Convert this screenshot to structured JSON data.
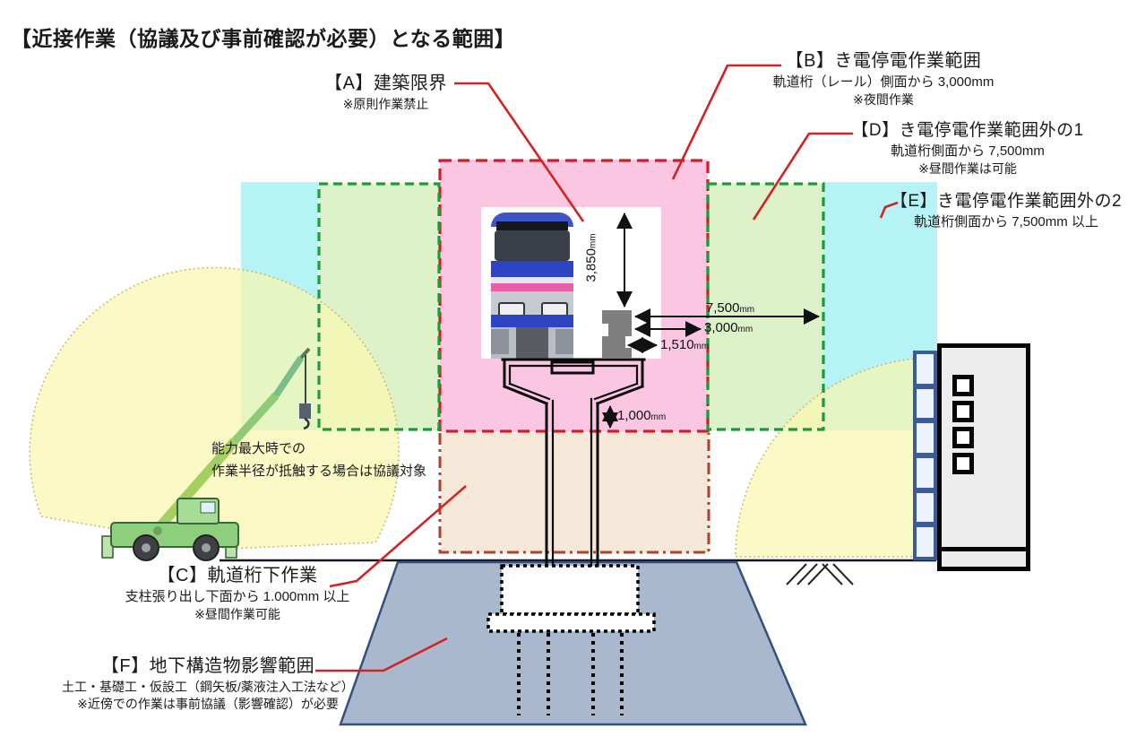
{
  "title": "【近接作業（協議及び事前確認が必要）となる範囲】",
  "labels": {
    "a": {
      "header": "【A】建築限界",
      "note": "※原則作業禁止"
    },
    "b": {
      "header": "【B】き電停電作業範囲",
      "detail": "軌道桁（レール）側面から 3,000mm",
      "note": "※夜間作業"
    },
    "c": {
      "header": "【C】軌道桁下作業",
      "detail": "支柱張り出し下面から 1.000mm 以上",
      "note": "※昼間作業可能"
    },
    "d": {
      "header": "【D】き電停電作業範囲外の1",
      "detail": "軌道桁側面から 7,500mm",
      "note": "※昼間作業は可能"
    },
    "e": {
      "header": "【E】き電停電作業範囲外の2",
      "detail": "軌道桁側面から 7,500mm 以上"
    },
    "f": {
      "header": "【F】地下構造物影響範囲",
      "detail": "土工・基礎工・仮設工（鋼矢板/薬液注入工法など）",
      "note": "※近傍での作業は事前協議（影響確認）が必要"
    }
  },
  "crane_note": {
    "line1": "能力最大時での",
    "line2": "作業半径が抵触する場合は協議対象"
  },
  "dimensions": {
    "train_height": {
      "value": "3,850",
      "unit": "mm"
    },
    "range_7500": {
      "value": "7,500",
      "unit": "mm"
    },
    "range_3000": {
      "value": "3,000",
      "unit": "mm"
    },
    "range_1510": {
      "value": "1,510",
      "unit": "mm"
    },
    "clearance_1000": {
      "value": "1,000",
      "unit": "mm"
    }
  },
  "colors": {
    "zone_a_clearance_fill": "#ffffff",
    "zone_b_fill": "#fbc6e2",
    "zone_b_border": "#d01f24",
    "zone_d_fill": "#def2c9",
    "zone_d_border": "#1b9a3e",
    "zone_e_fill": "#b5f3f7",
    "zone_c_fill": "#f5e8d9",
    "zone_c_border": "#a8452b",
    "crane_radius_fill": "#faf6bd",
    "foundation_fill": "#a9b8cd",
    "foundation_border": "#33507e",
    "leader_line": "#d42222"
  }
}
